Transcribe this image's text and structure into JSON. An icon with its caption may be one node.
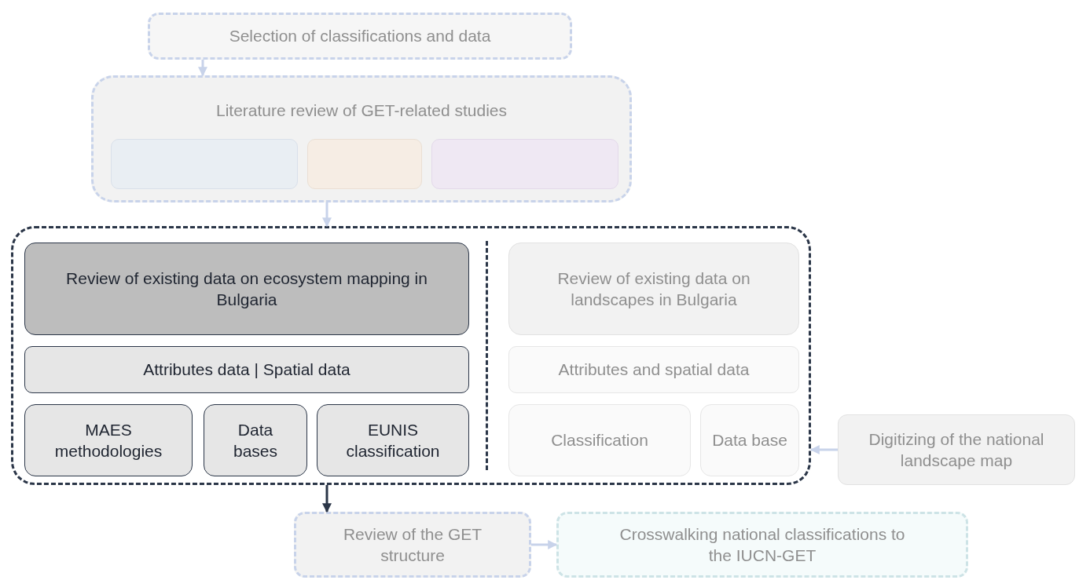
{
  "diagram": {
    "nodes": [
      {
        "text": [
          "Selection of classifications and data"
        ]
      },
      {
        "text": [
          "Literature review of GET-related studies"
        ]
      },
      {
        "text": [],
        "shape": "box",
        "in": 1
      },
      {
        "text": [],
        "shape": "box",
        "in": 1
      },
      {
        "text": [],
        "shape": "box",
        "in": 1
      },
      {
        "text": [],
        "shape": "box"
      },
      {
        "text": [
          "Review of existing data on ecosystem mapping in Bulgaria"
        ],
        "in": 5
      },
      {
        "text": [
          "Attributes data | Spatial data"
        ],
        "in": 5
      },
      {
        "text": [
          "MAES methodologies"
        ],
        "in": 5
      },
      {
        "text": [
          "Data bases"
        ],
        "in": 5
      },
      {
        "text": [
          "EUNIS classification"
        ],
        "in": 5
      },
      {
        "text": [
          "Review of existing data on landscapes in Bulgaria"
        ],
        "in": 5
      },
      {
        "text": [
          "Attributes and spatial data"
        ],
        "in": 5
      },
      {
        "text": [
          "Classification"
        ],
        "in": 5
      },
      {
        "text": [
          "Data base"
        ],
        "in": 5
      },
      {
        "text": [
          "Digitizing of the national landscape map"
        ]
      },
      {
        "text": [
          "Review of the GET structure"
        ]
      },
      {
        "text": [
          "Crosswalking national classifications to the IUCN-GET"
        ]
      }
    ],
    "edges": [
      {
        "from": 0,
        "to": 1,
        "arrow": "to"
      },
      {
        "from": 1,
        "to": 5,
        "arrow": "to"
      },
      {
        "from": 15,
        "to": 5,
        "arrow": "to"
      },
      {
        "from": 5,
        "to": 16,
        "arrow": "to",
        "color": "#2b3648"
      },
      {
        "from": 16,
        "to": 17,
        "arrow": "to"
      }
    ]
  }
}
